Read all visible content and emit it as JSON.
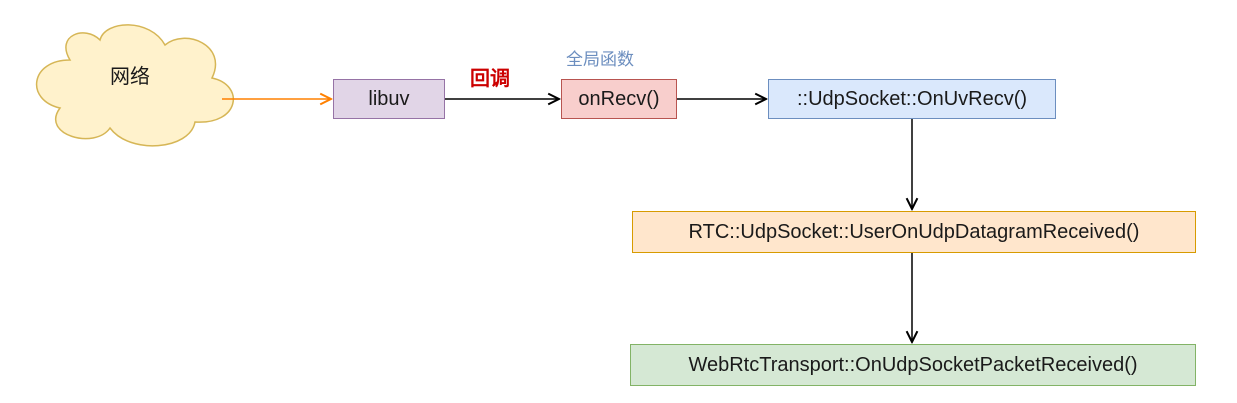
{
  "nodes": {
    "network": "网络",
    "libuv": "libuv",
    "onrecv": "onRecv()",
    "uv_recv": "::UdpSocket::OnUvRecv()",
    "rtc_udp": "RTC::UdpSocket::UserOnUdpDatagramReceived()",
    "webrtc": "WebRtcTransport::OnUdpSocketPacketReceived()"
  },
  "labels": {
    "callback": "回调",
    "global_function": "全局函数"
  },
  "colors": {
    "cloud_fill": "#fff2cc",
    "cloud_stroke": "#d6b656",
    "orange_edge": "#ff8000",
    "edge": "#000000"
  }
}
